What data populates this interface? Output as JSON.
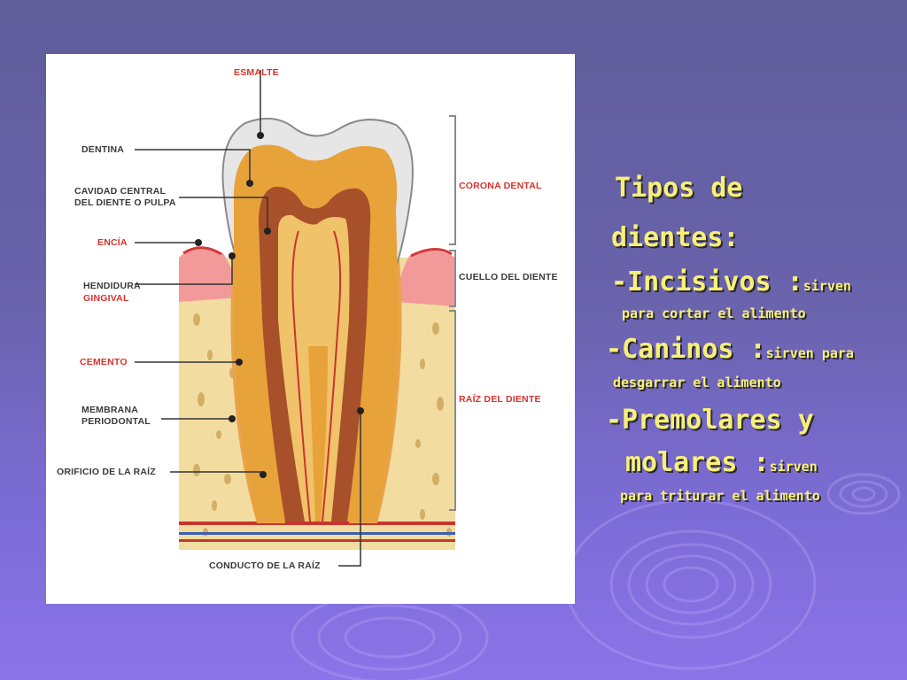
{
  "slide": {
    "background": "#6a63ad",
    "text_color": "#f8f078"
  },
  "diagram": {
    "labels_left": {
      "esmalte": "ESMALTE",
      "dentina": "DENTINA",
      "cavidad_1": "CAVIDAD CENTRAL",
      "cavidad_2": "DEL DIENTE O PULPA",
      "encia": "ENCÍA",
      "hendidura_1": "HENDIDURA",
      "hendidura_2": "GINGIVAL",
      "cemento": "CEMENTO",
      "membrana_1": "MEMBRANA",
      "membrana_2": "PERIODONTAL",
      "orificio": "ORIFICIO DE LA RAÍZ",
      "conducto": "CONDUCTO DE LA RAÍZ"
    },
    "labels_right": {
      "corona": "CORONA DENTAL",
      "cuello": "CUELLO DEL DIENTE",
      "raiz": "RAÍZ DEL DIENTE"
    }
  },
  "text": {
    "title_1": "Tipos de",
    "title_2": "dientes:",
    "incisivos": "-Incisivos :",
    "incisivos_small": "sirven",
    "incisivos_desc": "para cortar el alimento",
    "caninos": "-Caninos :",
    "caninos_small": "sirven para",
    "caninos_desc": "desgarrar el alimento",
    "premolares": "-Premolares y",
    "molares": "molares :",
    "molares_small": "sirven",
    "molares_desc": "para triturar el alimento"
  }
}
